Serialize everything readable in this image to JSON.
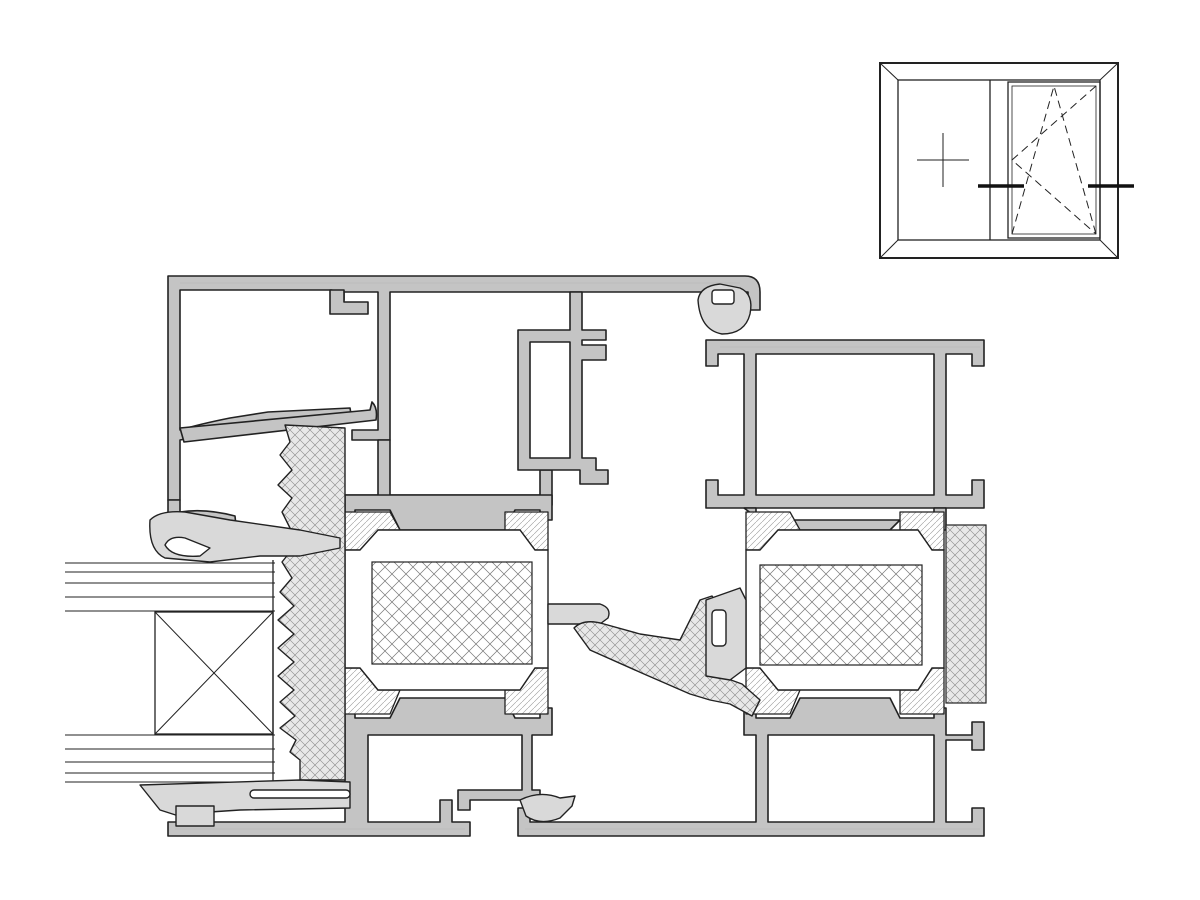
{
  "drawing": {
    "subject": "",
    "key_plan": {
      "fixed_pane_symbol": "plus-cross",
      "opening_pane_symbol": "tilt-turn-dashed-triangles",
      "section_cut_marker": "heavy-horizontal-bars"
    }
  },
  "colors": {
    "background": "#ffffff",
    "line": "#222222",
    "aluminium_fill": "#c4c4c4",
    "gasket_fill": "#d9d9d9",
    "insulation_hatch": "#666666",
    "glass_lines": "#222222"
  },
  "materials": [
    "aluminium",
    "polyamide-thermal-break",
    "epdm-gasket",
    "foam-insulation",
    "insulated-glass-unit"
  ]
}
